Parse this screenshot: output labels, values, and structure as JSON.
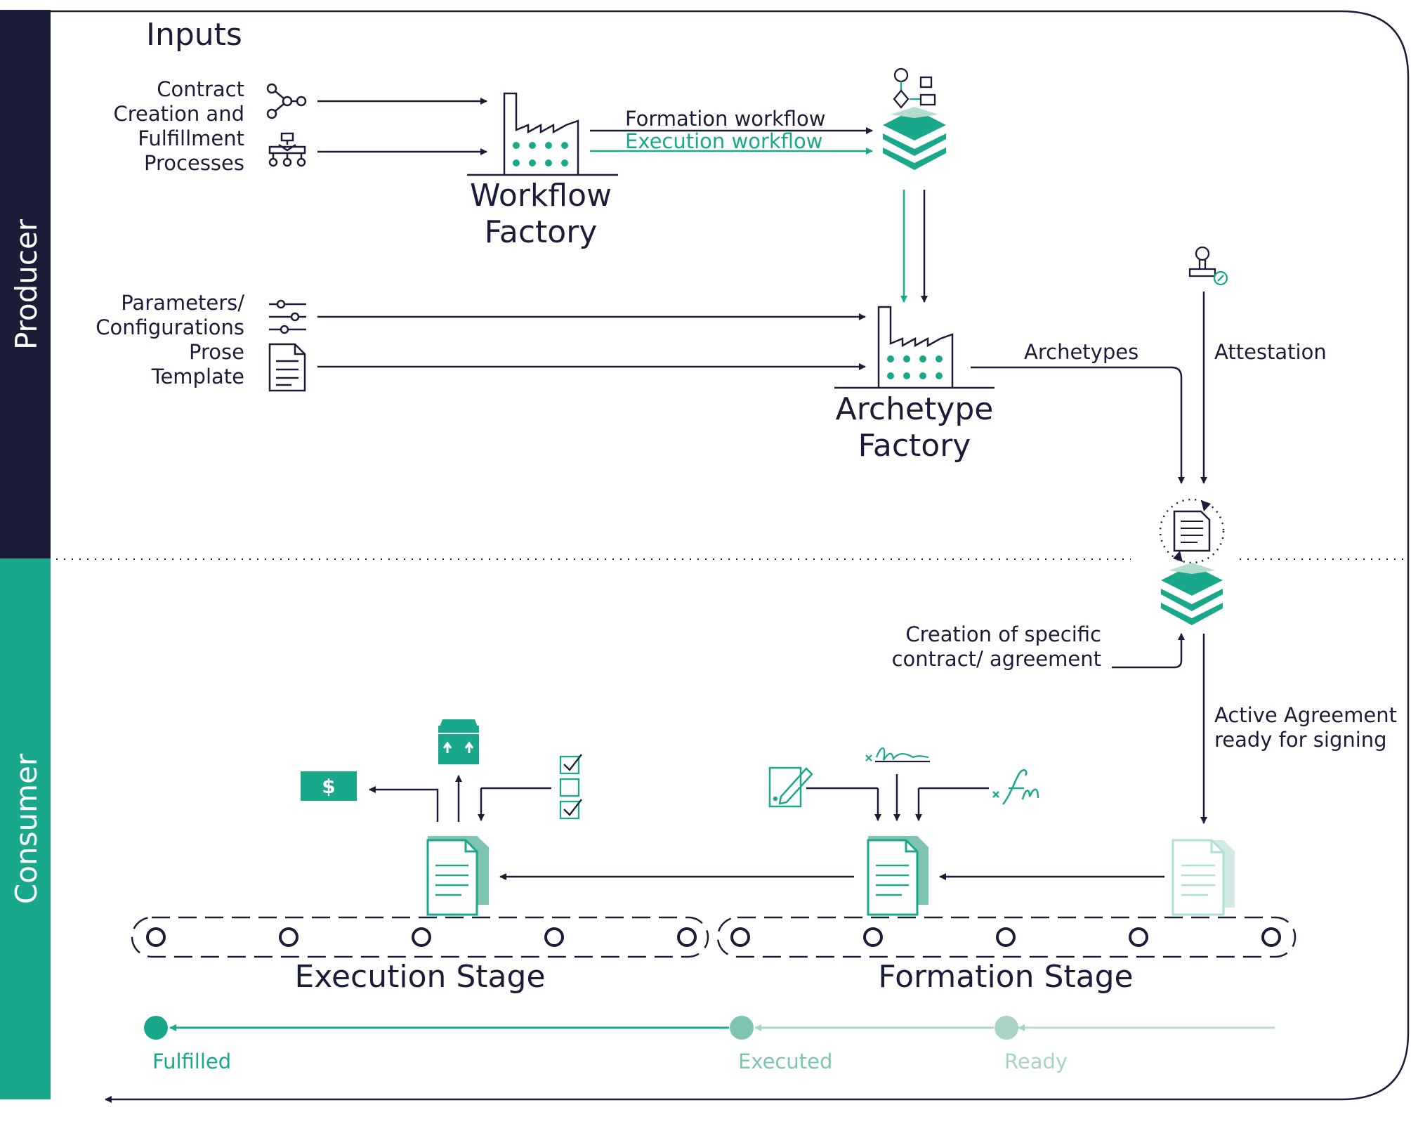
{
  "sections": {
    "producer": "Producer",
    "consumer": "Consumer"
  },
  "inputs_heading": "Inputs",
  "process_label": [
    "Contract",
    "Creation and",
    "Fulfillment",
    "Processes"
  ],
  "params_label": [
    "Parameters/",
    "Configurations"
  ],
  "prose_label": [
    "Prose",
    "Template"
  ],
  "workflow_factory": [
    "Workflow",
    "Factory"
  ],
  "archetype_factory": [
    "Archetype",
    "Factory"
  ],
  "formation_workflow": "Formation workflow",
  "execution_workflow": "Execution workflow",
  "archetypes": "Archetypes",
  "attestation": "Attestation",
  "creation_label": [
    "Creation of specific",
    "contract/ agreement"
  ],
  "active_label": [
    "Active Agreement",
    "ready for signing"
  ],
  "execution_stage": "Execution Stage",
  "formation_stage": "Formation Stage",
  "states": {
    "fulfilled": "Fulfilled",
    "executed": "Executed",
    "ready": "Ready"
  },
  "dollar_symbol": "$",
  "colors": {
    "navy": "#1b1c38",
    "green": "#1aa88b",
    "green_mid": "#7fc4b3",
    "green_light": "#b6dcd1"
  }
}
